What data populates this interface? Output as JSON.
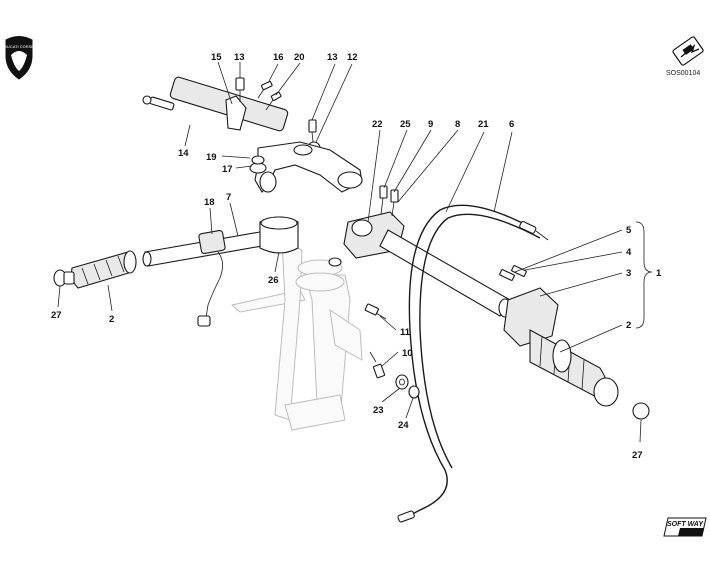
{
  "reference_code": "SOS00104",
  "brand_logo": {
    "icon": "ducati-corse-shield-icon",
    "text": "DUCATI CORSE"
  },
  "nav_icon": "arrow-forward-icon",
  "footer_logo_text": "SOFT WAY",
  "callouts": {
    "c13a": "13",
    "c15": "15",
    "c16": "16",
    "c20": "20",
    "c13b": "13",
    "c12": "12",
    "c14": "14",
    "c19": "19",
    "c17": "17",
    "c22": "22",
    "c25": "25",
    "c9": "9",
    "c8": "8",
    "c21": "21",
    "c6": "6",
    "c18": "18",
    "c7": "7",
    "c26": "26",
    "c27a": "27",
    "c2a": "2",
    "c5": "5",
    "c4": "4",
    "c3": "3",
    "c1": "1",
    "c2b": "2",
    "c11": "11",
    "c10": "10",
    "c23": "23",
    "c24": "24",
    "c27b": "27"
  }
}
